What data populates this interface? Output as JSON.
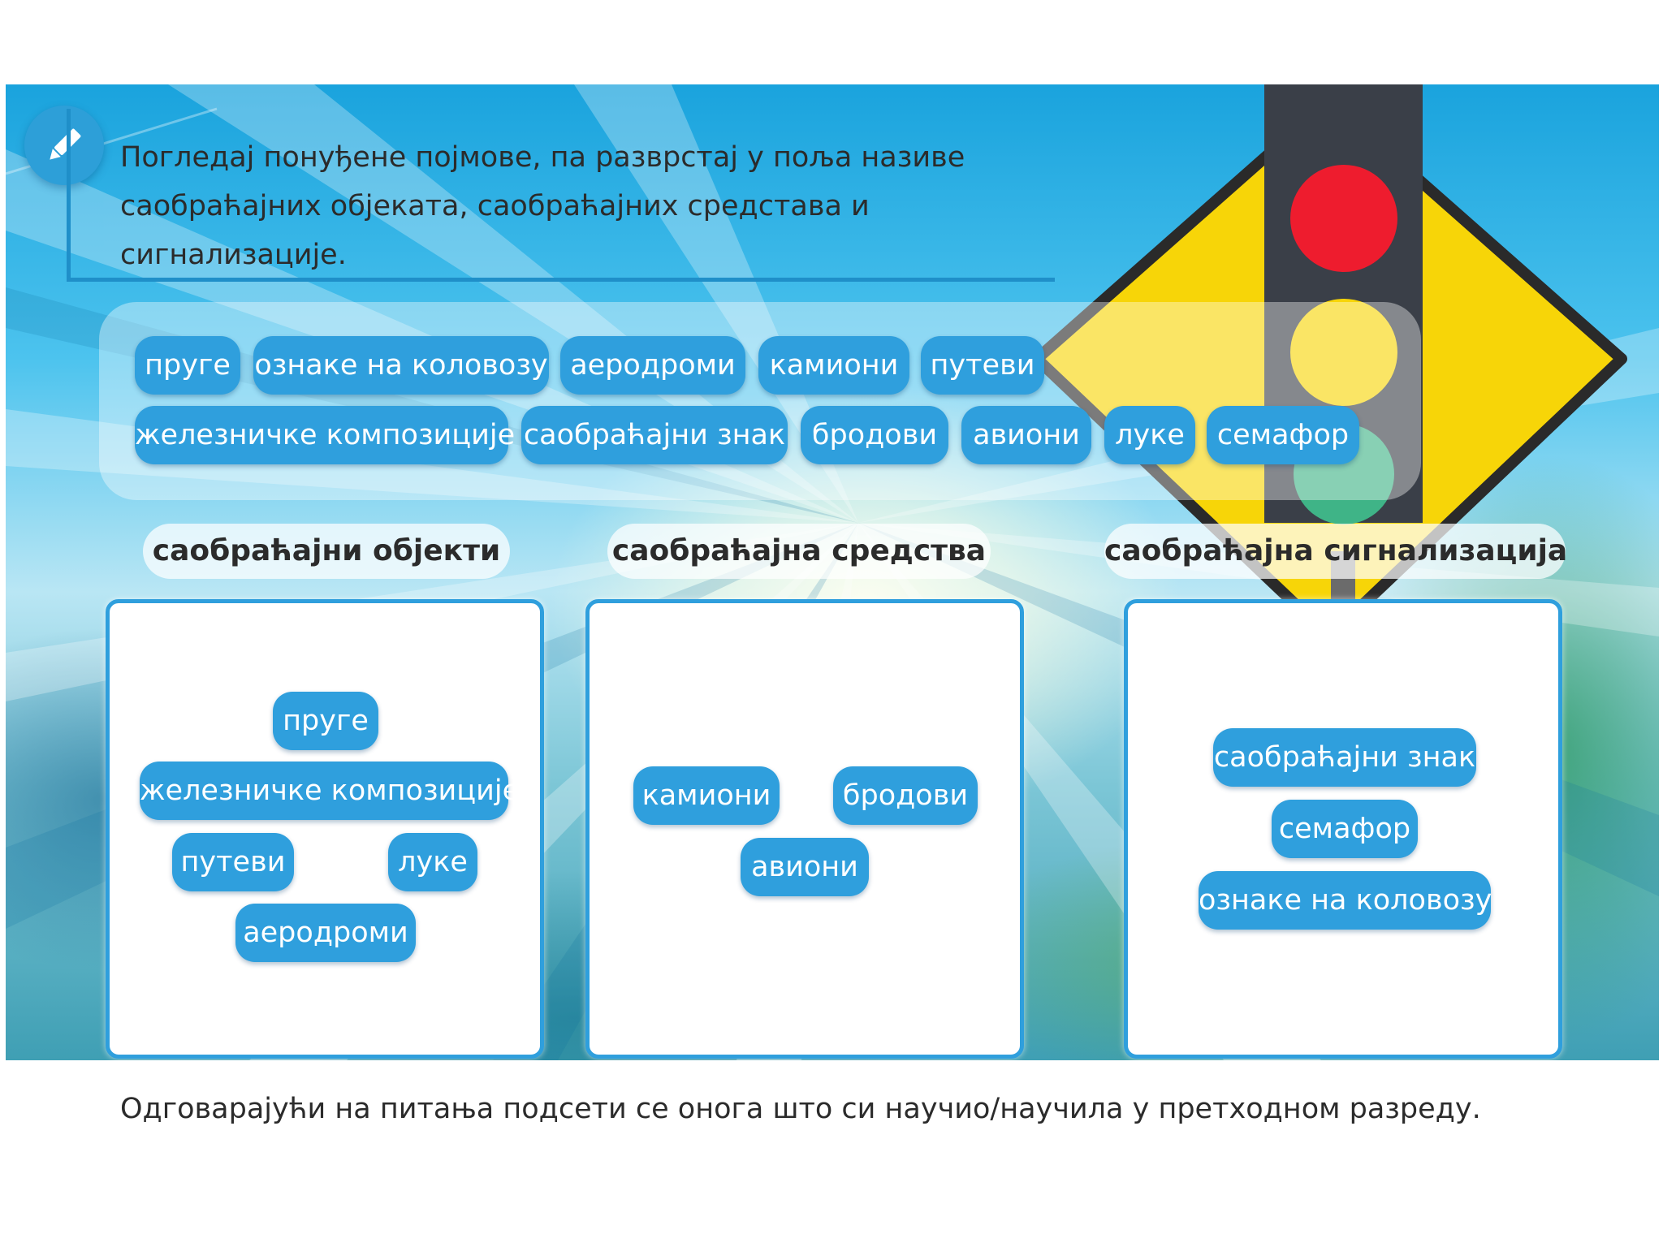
{
  "instruction": "Погледај понуђене појмове, па разврстај у поља називе саобраћајних објеката, саобраћајних средстава и сигнализације.",
  "word_bank": {
    "items": [
      "пруге",
      "ознаке на коловозу",
      "аеродроми",
      "камиони",
      "путеви",
      "железничке композиције",
      "саобраћајни знак",
      "бродови",
      "авиони",
      "луке",
      "семафор"
    ]
  },
  "categories": [
    {
      "title": "саобраћајни објекти",
      "items": [
        "пруге",
        "железничке композиције",
        "путеви",
        "луке",
        "аеродроми"
      ]
    },
    {
      "title": "саобраћајна средства",
      "items": [
        "камиони",
        "бродови",
        "авиони"
      ]
    },
    {
      "title": "саобраћајна сигнализација",
      "items": [
        "саобраћајни знак",
        "семафор",
        "ознаке на коловозу"
      ]
    }
  ],
  "footer": "Одговарајући на питања подсети се онога што си научио/научила у претходном разреду.",
  "colors": {
    "chip": "#2f9fdd",
    "frame": "#1f8fc9",
    "sign_yellow": "#f7d508",
    "light_red": "#ee1c2e"
  },
  "icons": {
    "instruction": "pencil-icon"
  }
}
